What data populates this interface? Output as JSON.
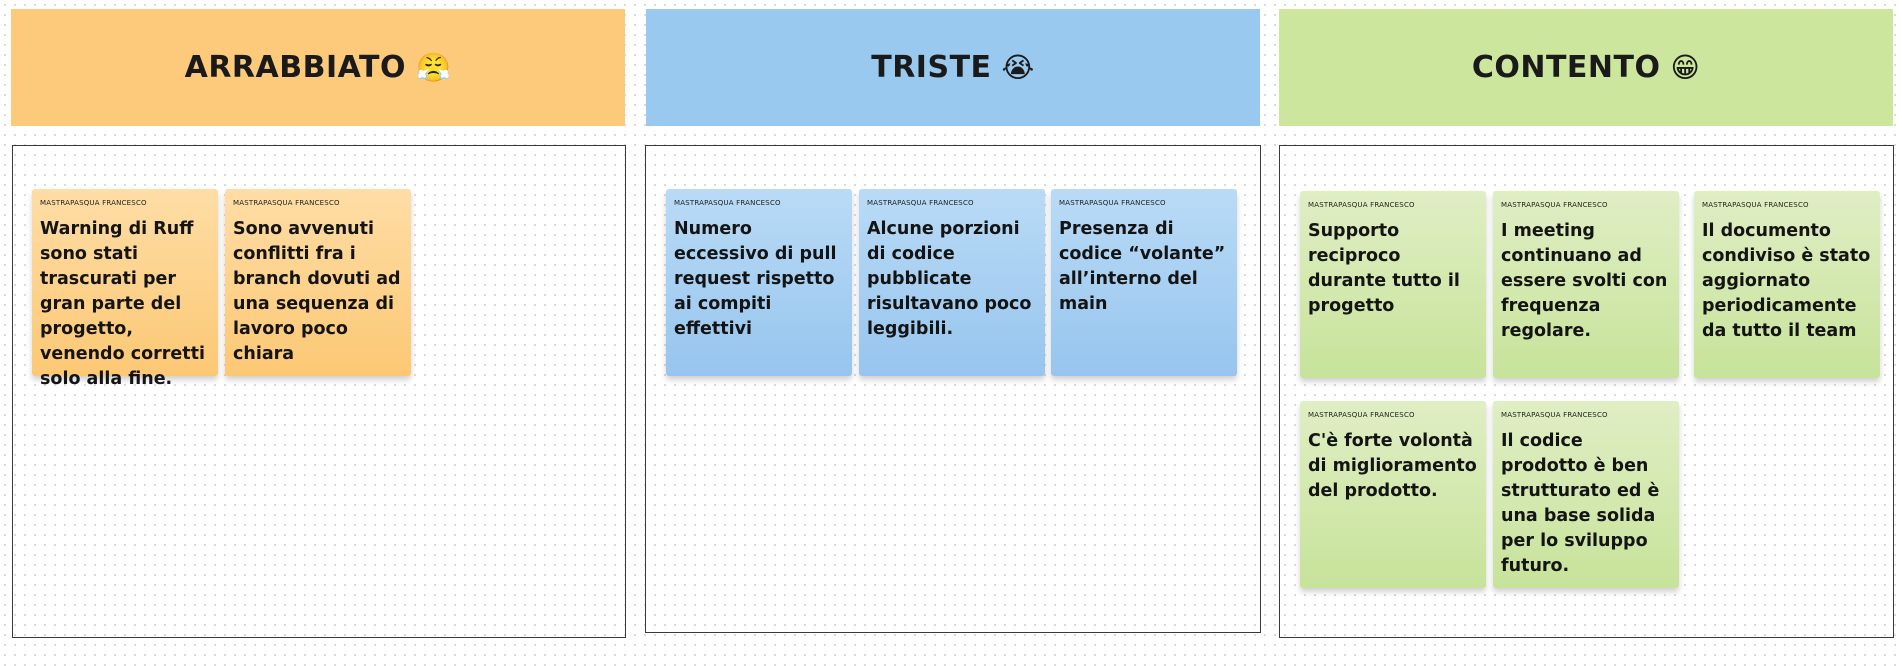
{
  "columns": [
    {
      "title": "ARRABBIATO",
      "emoji": "😤",
      "color": "#fcca7a"
    },
    {
      "title": "TRISTE",
      "emoji": "😭",
      "color": "#9ac9ef"
    },
    {
      "title": "CONTENTO",
      "emoji": "😁",
      "color": "#cce69d"
    }
  ],
  "notes": {
    "angry": [
      {
        "author": "MASTRAPASQUA FRANCESCO",
        "text": "Warning di Ruff sono stati trascurati per gran parte del progetto, venendo corretti solo alla fine."
      },
      {
        "author": "MASTRAPASQUA FRANCESCO",
        "text": "Sono avvenuti conflitti fra i branch dovuti ad una sequenza di lavoro poco chiara"
      }
    ],
    "sad": [
      {
        "author": "MASTRAPASQUA FRANCESCO",
        "text": "Numero eccessivo di pull request rispetto ai compiti effettivi"
      },
      {
        "author": "MASTRAPASQUA FRANCESCO",
        "text": "Alcune porzioni di codice pubblicate risultavano poco leggibili."
      },
      {
        "author": "MASTRAPASQUA FRANCESCO",
        "text": "Presenza di codice “volante” all’interno del main"
      }
    ],
    "happy": [
      {
        "author": "MASTRAPASQUA FRANCESCO",
        "text": "Supporto reciproco durante tutto il progetto"
      },
      {
        "author": "MASTRAPASQUA FRANCESCO",
        "text": "I meeting continuano ad essere svolti con frequenza regolare."
      },
      {
        "author": "MASTRAPASQUA FRANCESCO",
        "text": "Il documento condiviso è stato aggiornato periodicamente da tutto il team"
      },
      {
        "author": "MASTRAPASQUA FRANCESCO",
        "text": "C'è forte volontà di miglioramento del prodotto."
      },
      {
        "author": "MASTRAPASQUA FRANCESCO",
        "text": "Il codice prodotto è ben strutturato ed è una base solida per lo sviluppo futuro."
      }
    ]
  }
}
